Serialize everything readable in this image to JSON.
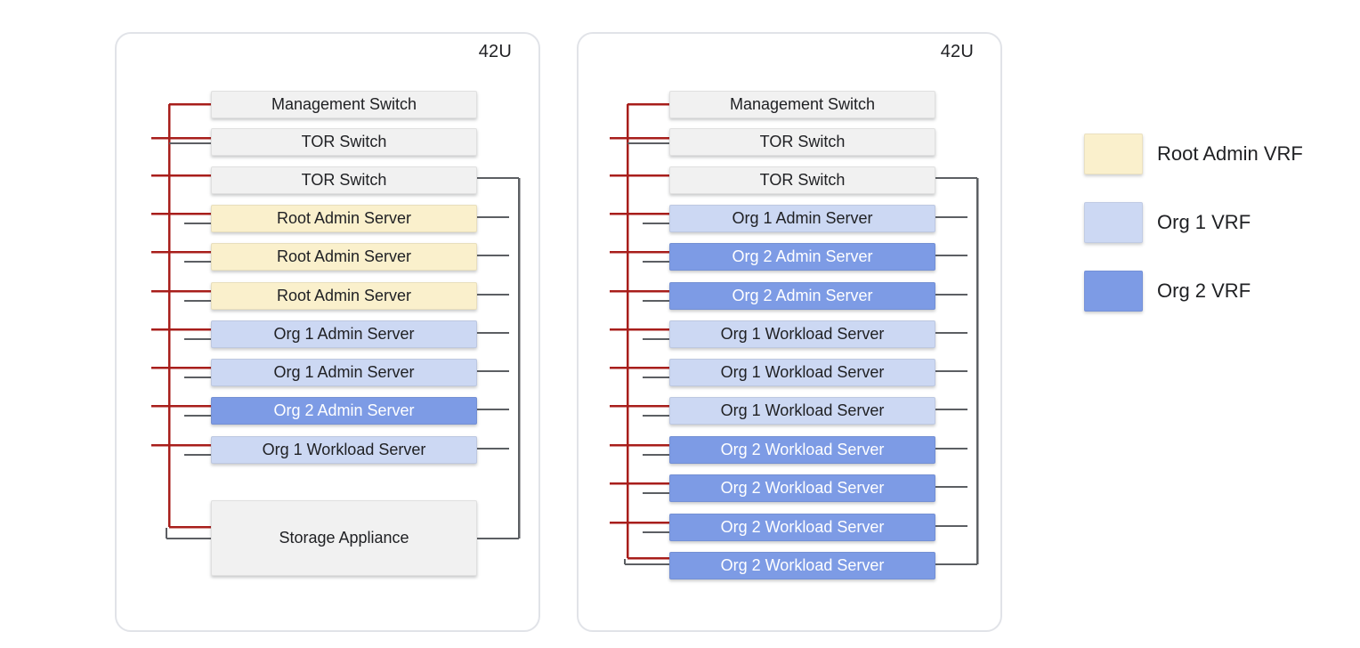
{
  "racks": [
    {
      "capacity_label": "42U",
      "units": [
        {
          "label": "Management Switch",
          "vrf": "infra"
        },
        {
          "label": "TOR Switch",
          "vrf": "infra"
        },
        {
          "label": "TOR Switch",
          "vrf": "infra"
        },
        {
          "label": "Root Admin Server",
          "vrf": "root_admin"
        },
        {
          "label": "Root Admin Server",
          "vrf": "root_admin"
        },
        {
          "label": "Root Admin Server",
          "vrf": "root_admin"
        },
        {
          "label": "Org 1 Admin Server",
          "vrf": "org1"
        },
        {
          "label": "Org 1 Admin Server",
          "vrf": "org1"
        },
        {
          "label": "Org 2 Admin Server",
          "vrf": "org2"
        },
        {
          "label": "Org 1 Workload Server",
          "vrf": "org1"
        },
        {
          "label": "Storage Appliance",
          "vrf": "infra"
        }
      ]
    },
    {
      "capacity_label": "42U",
      "units": [
        {
          "label": "Management Switch",
          "vrf": "infra"
        },
        {
          "label": "TOR Switch",
          "vrf": "infra"
        },
        {
          "label": "TOR Switch",
          "vrf": "infra"
        },
        {
          "label": "Org 1 Admin Server",
          "vrf": "org1"
        },
        {
          "label": "Org 2 Admin Server",
          "vrf": "org2"
        },
        {
          "label": "Org 2 Admin Server",
          "vrf": "org2"
        },
        {
          "label": "Org 1 Workload Server",
          "vrf": "org1"
        },
        {
          "label": "Org 1 Workload Server",
          "vrf": "org1"
        },
        {
          "label": "Org 1 Workload Server",
          "vrf": "org1"
        },
        {
          "label": "Org 2 Workload Server",
          "vrf": "org2"
        },
        {
          "label": "Org 2 Workload Server",
          "vrf": "org2"
        },
        {
          "label": "Org 2 Workload Server",
          "vrf": "org2"
        },
        {
          "label": "Org 2 Workload Server",
          "vrf": "org2"
        }
      ]
    }
  ],
  "legend": [
    {
      "label": "Root Admin VRF",
      "color": "#faf0cc"
    },
    {
      "label": "Org 1 VRF",
      "color": "#ccd8f3"
    },
    {
      "label": "Org 2 VRF",
      "color": "#7d9be5"
    }
  ],
  "colors": {
    "infra_box": "#f1f1f1",
    "root_admin_box": "#faf0cc",
    "org1_box": "#ccd8f3",
    "org2_box": "#7d9be5",
    "org2_text": "#ffffff",
    "default_text": "#202124",
    "red_link": "#a81e1b",
    "gray_link": "#5c5f63"
  }
}
